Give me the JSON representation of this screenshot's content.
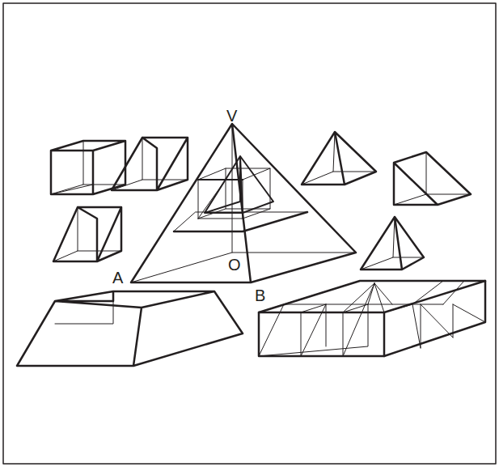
{
  "diagram": {
    "labels": [
      "V",
      "O",
      "A",
      "B"
    ]
  }
}
